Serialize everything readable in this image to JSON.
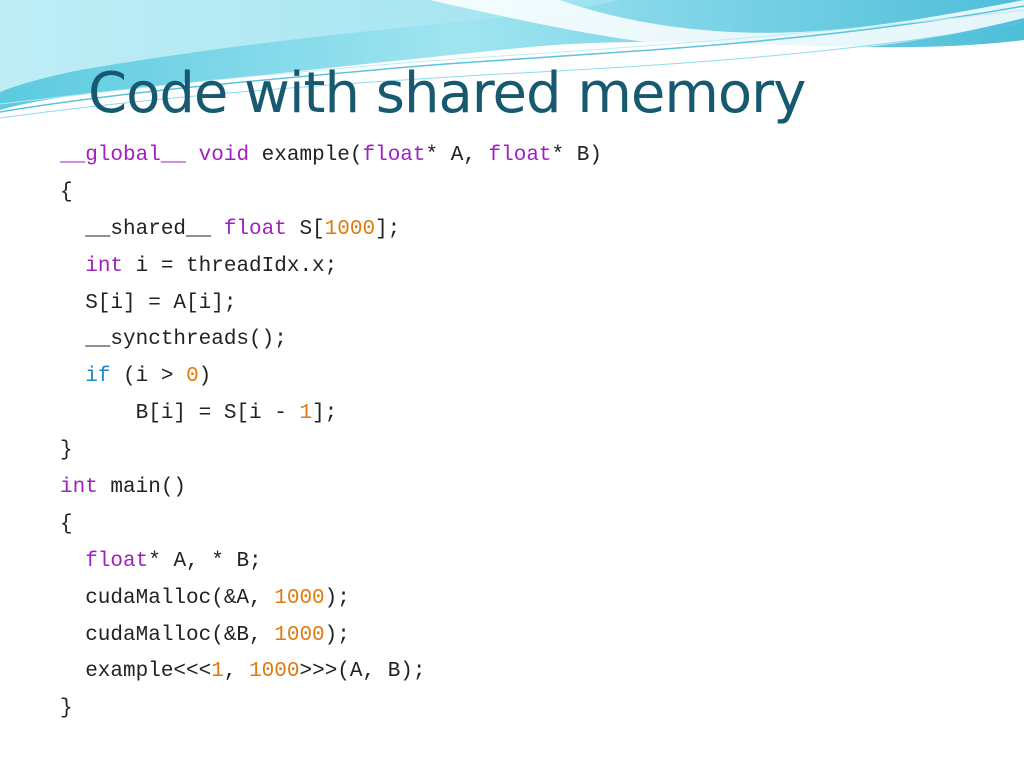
{
  "slide": {
    "title": "Code with shared memory",
    "colors": {
      "title": "#17596f",
      "text": "#222222",
      "type_keyword": "#a020c0",
      "control_keyword": "#1f86c8",
      "number": "#e07b10",
      "banner_wave": "#7fd6e6"
    }
  },
  "code": {
    "lines": [
      [
        {
          "t": "__global__",
          "c": "kw"
        },
        {
          "t": " "
        },
        {
          "t": "void",
          "c": "kw"
        },
        {
          "t": " example("
        },
        {
          "t": "float",
          "c": "kw"
        },
        {
          "t": "* A, "
        },
        {
          "t": "float",
          "c": "kw"
        },
        {
          "t": "* B)"
        }
      ],
      [
        {
          "t": "{"
        }
      ],
      [
        {
          "t": "  __shared__ "
        },
        {
          "t": "float",
          "c": "kw"
        },
        {
          "t": " S["
        },
        {
          "t": "1000",
          "c": "num"
        },
        {
          "t": "];"
        }
      ],
      [
        {
          "t": "  "
        },
        {
          "t": "int",
          "c": "kw"
        },
        {
          "t": " i = threadIdx.x;"
        }
      ],
      [
        {
          "t": "  S[i] = A[i];"
        }
      ],
      [
        {
          "t": "  __syncthreads();"
        }
      ],
      [
        {
          "t": "  "
        },
        {
          "t": "if",
          "c": "ctl"
        },
        {
          "t": " (i > "
        },
        {
          "t": "0",
          "c": "num"
        },
        {
          "t": ")"
        }
      ],
      [
        {
          "t": "      B[i] = S[i - "
        },
        {
          "t": "1",
          "c": "num"
        },
        {
          "t": "];"
        }
      ],
      [
        {
          "t": "}"
        }
      ],
      [
        {
          "t": "int",
          "c": "kw"
        },
        {
          "t": " main()"
        }
      ],
      [
        {
          "t": "{"
        }
      ],
      [
        {
          "t": "  "
        },
        {
          "t": "float",
          "c": "kw"
        },
        {
          "t": "* A, * B;"
        }
      ],
      [
        {
          "t": "  cudaMalloc(&A, "
        },
        {
          "t": "1000",
          "c": "num"
        },
        {
          "t": ");"
        }
      ],
      [
        {
          "t": "  cudaMalloc(&B, "
        },
        {
          "t": "1000",
          "c": "num"
        },
        {
          "t": ");"
        }
      ],
      [
        {
          "t": "  example<<<"
        },
        {
          "t": "1",
          "c": "num"
        },
        {
          "t": ", "
        },
        {
          "t": "1000",
          "c": "num"
        },
        {
          "t": ">>>(A, B);"
        }
      ],
      [
        {
          "t": "}"
        }
      ]
    ]
  }
}
